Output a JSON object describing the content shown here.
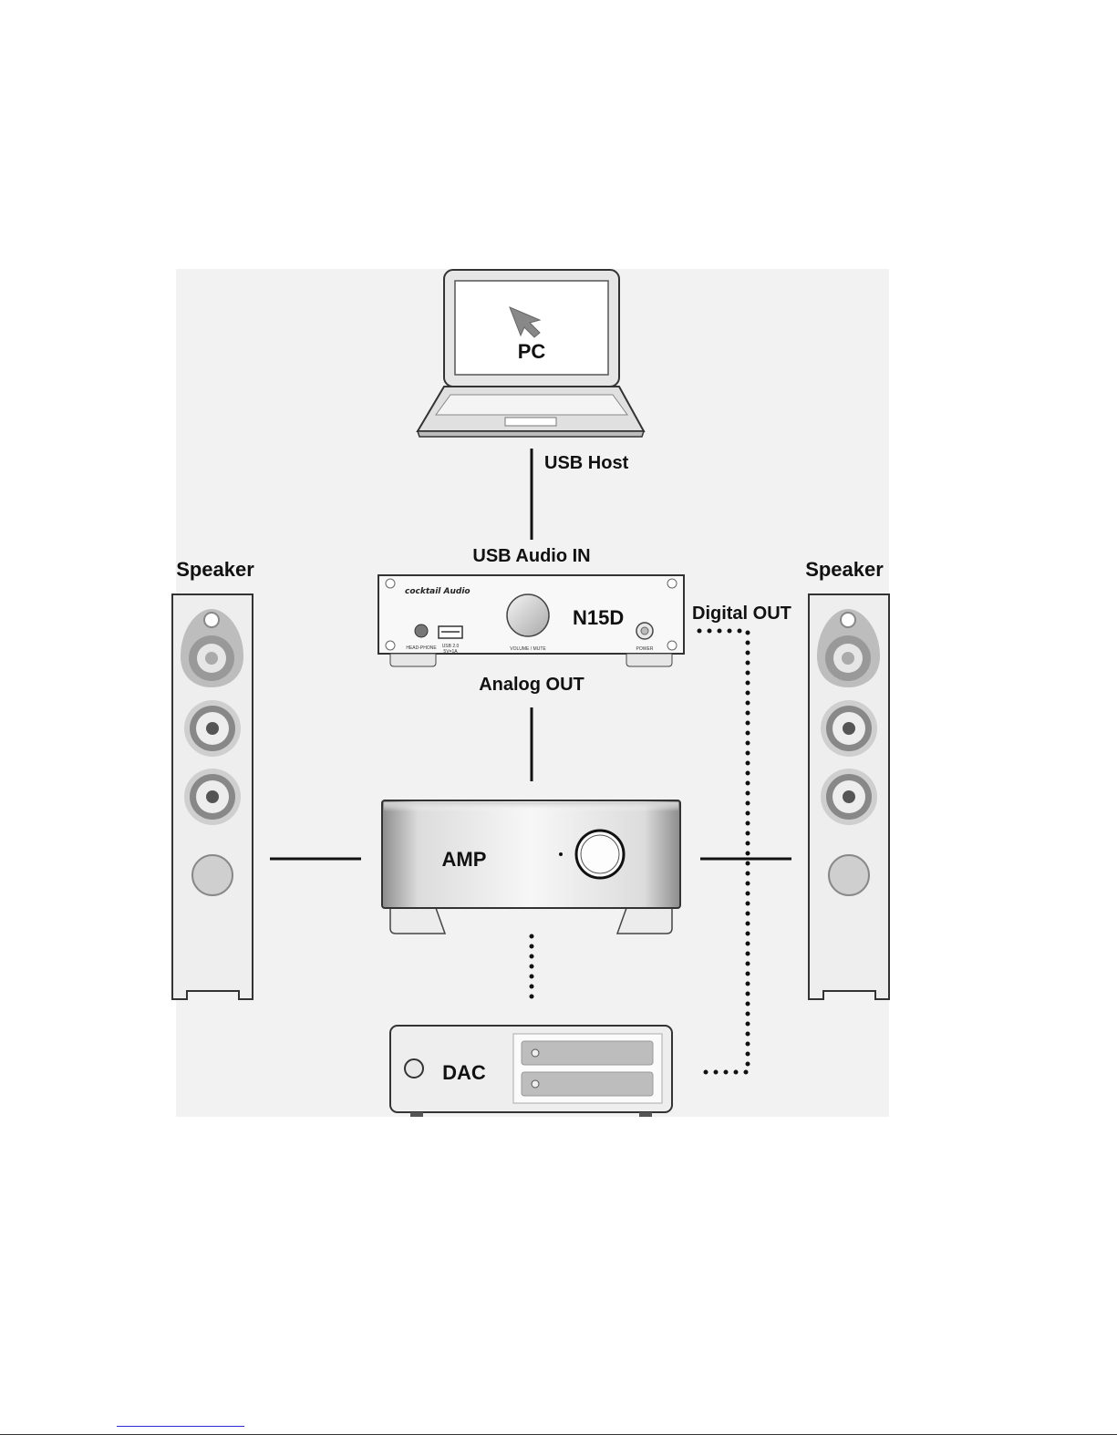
{
  "labels": {
    "pc": "PC",
    "usb_host": "USB Host",
    "usb_audio_in": "USB Audio IN",
    "speaker_left": "Speaker",
    "speaker_right": "Speaker",
    "digital_out": "Digital OUT",
    "analog_out": "Analog OUT",
    "amp": "AMP",
    "dac": "DAC"
  },
  "n15d": {
    "model": "N15D",
    "brand": "cocktail Audio",
    "headphone": "HEAD-PHONE",
    "usb": "USB 2.0",
    "usb_sub": "5V=1A",
    "volume": "VOLUME / MUTE",
    "power": "POWER"
  }
}
